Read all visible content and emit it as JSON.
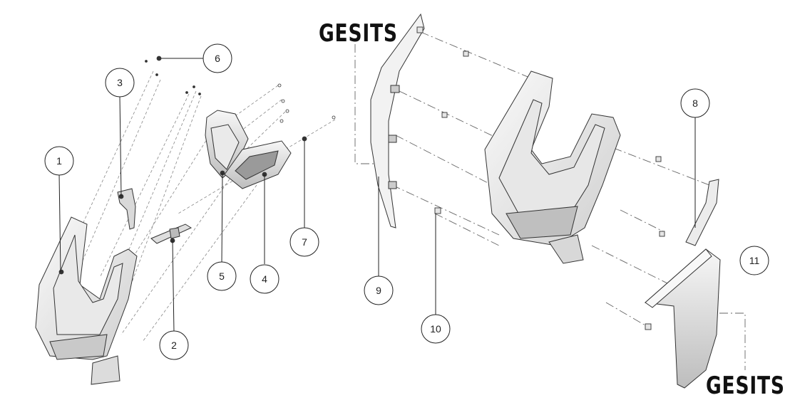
{
  "brand": {
    "logo_text": "GESITS"
  },
  "callouts": [
    {
      "id": "1",
      "label": "1"
    },
    {
      "id": "2",
      "label": "2"
    },
    {
      "id": "3",
      "label": "3"
    },
    {
      "id": "4",
      "label": "4"
    },
    {
      "id": "5",
      "label": "5"
    },
    {
      "id": "6",
      "label": "6"
    },
    {
      "id": "7",
      "label": "7"
    },
    {
      "id": "8",
      "label": "8"
    },
    {
      "id": "9",
      "label": "9"
    },
    {
      "id": "10",
      "label": "10"
    },
    {
      "id": "11",
      "label": "11"
    }
  ],
  "colors": {
    "line": "#333333",
    "part_fill": "#f4f4f4",
    "shade": "#d6d6d6",
    "dash": "#666666"
  }
}
